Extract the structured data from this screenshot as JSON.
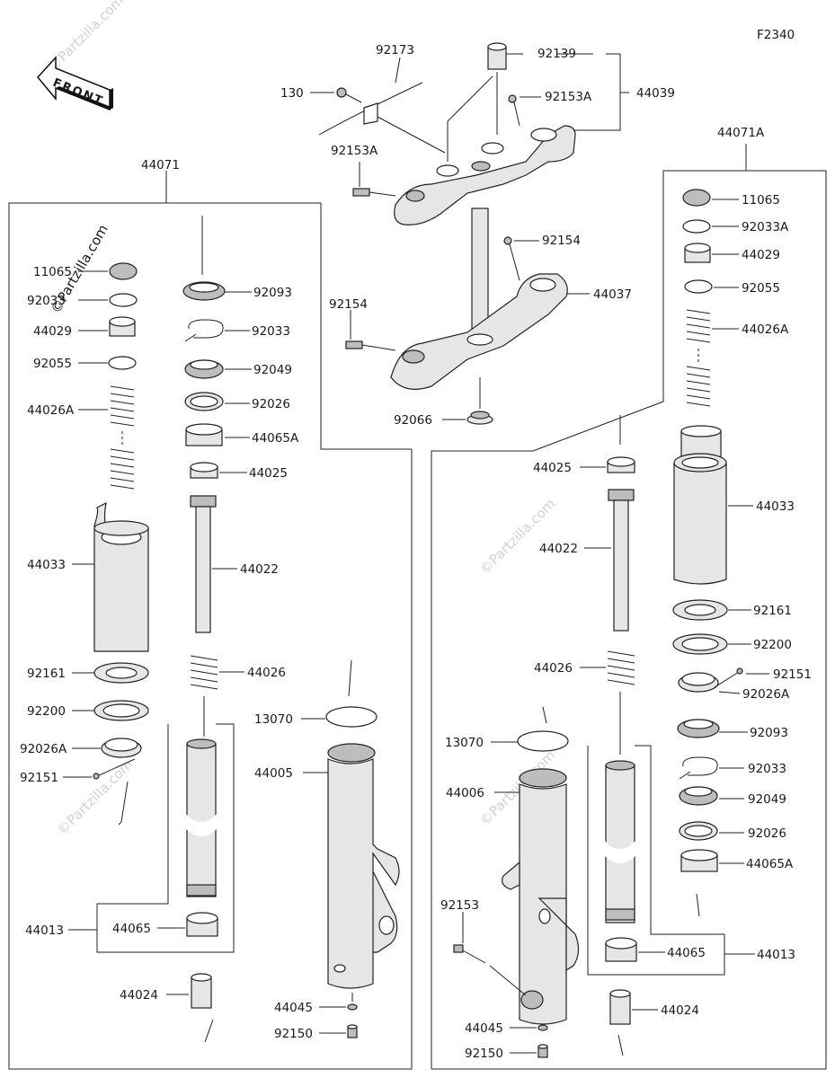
{
  "diagram_code": "F2340",
  "front_label": "FRONT",
  "watermark": "©Partzilla.com",
  "labels": {
    "p92173": "92173",
    "p130": "130",
    "p92153A_a": "92153A",
    "p92153A_b": "92153A",
    "p92139": "92139",
    "p44039": "44039",
    "p92154_a": "92154",
    "p92154_b": "92154",
    "p44037": "44037",
    "p92066": "92066",
    "p44071": "44071",
    "p44071A": "44071A",
    "L11065": "11065",
    "L92033a": "92033",
    "L44029": "44029",
    "L92055": "92055",
    "L44026A": "44026A",
    "L44033": "44033",
    "L92161": "92161",
    "L92200": "92200",
    "L92026A": "92026A",
    "L92151": "92151",
    "L92093": "92093",
    "L92033b": "92033",
    "L92049": "92049",
    "L92026": "92026",
    "L44065A": "44065A",
    "L44025": "44025",
    "L44022": "44022",
    "L44026": "44026",
    "L13070": "13070",
    "L44005": "44005",
    "L44013": "44013",
    "L44065": "44065",
    "L44024": "44024",
    "L44045": "44045",
    "L92150": "92150",
    "R11065": "11065",
    "R92033A": "92033A",
    "R44029": "44029",
    "R92055": "92055",
    "R44026A": "44026A",
    "R44033": "44033",
    "R92161": "92161",
    "R92200": "92200",
    "R92151": "92151",
    "R92026A": "92026A",
    "R92093": "92093",
    "R92033": "92033",
    "R92049": "92049",
    "R92026": "92026",
    "R44065A": "44065A",
    "R44013": "44013",
    "R44065": "44065",
    "R44024": "44024",
    "R44025": "44025",
    "R44022": "44022",
    "R44026": "44026",
    "R13070": "13070",
    "R44006": "44006",
    "R92153": "92153",
    "R44045": "44045",
    "R92150": "92150"
  }
}
